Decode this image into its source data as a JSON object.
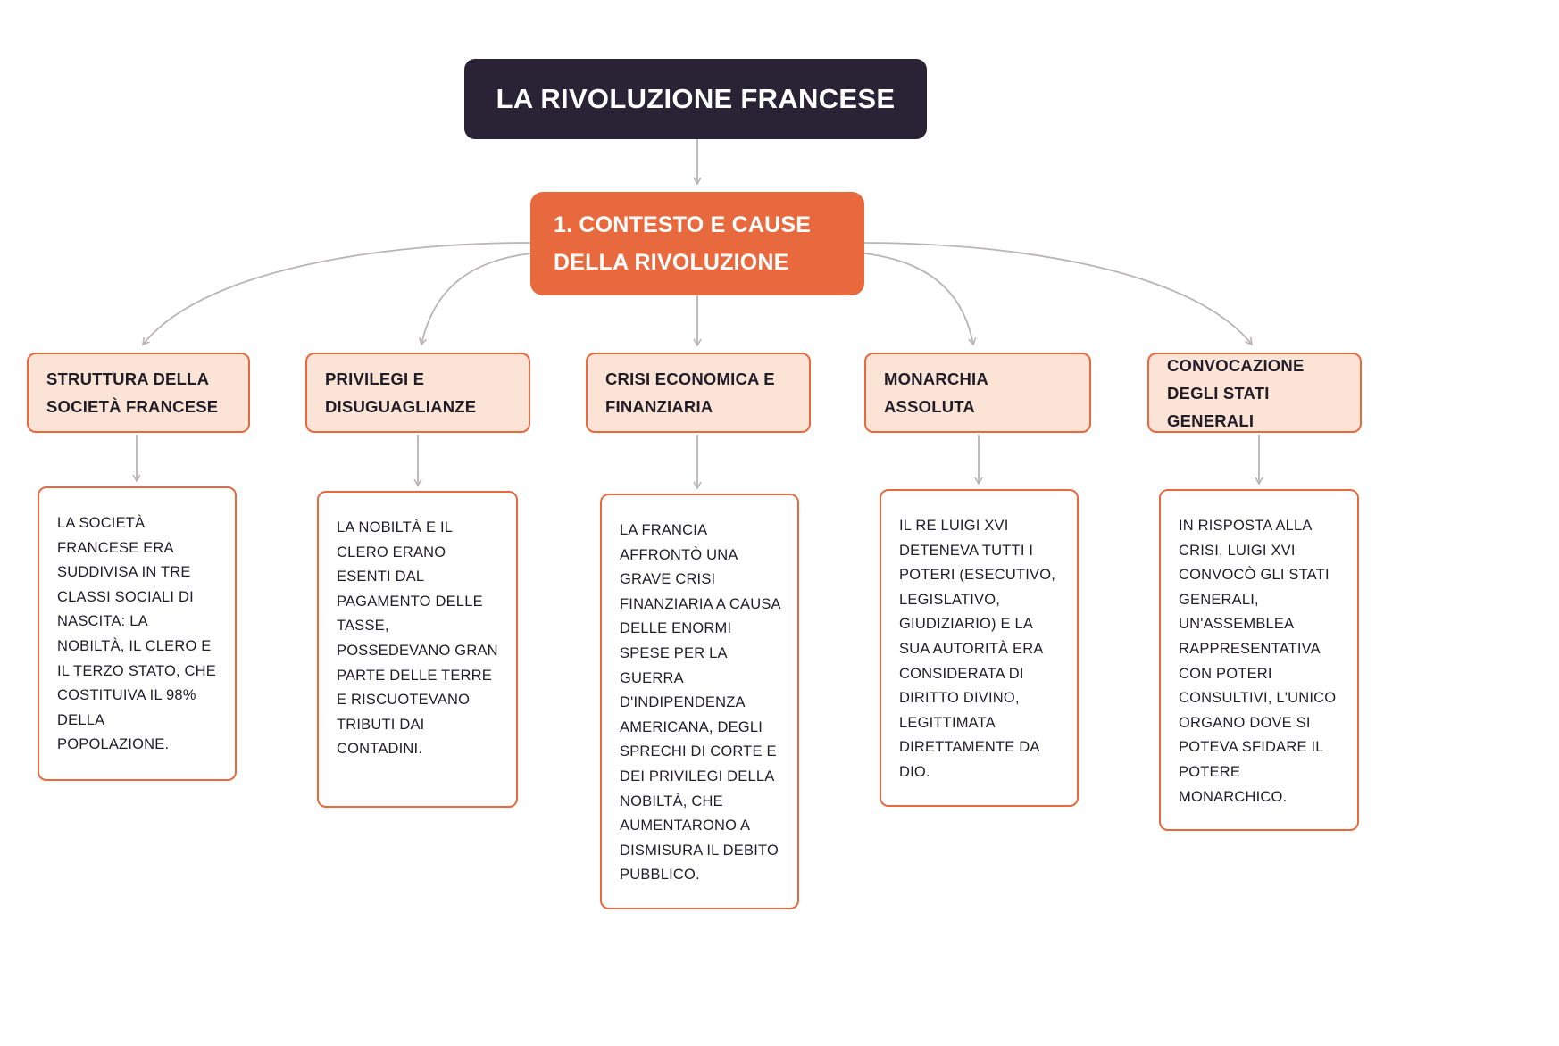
{
  "root": {
    "title": "LA RIVOLUZIONE FRANCESE"
  },
  "main_topic": {
    "label": "1. CONTESTO E CAUSE DELLA RIVOLUZIONE"
  },
  "branches": [
    {
      "header": "STRUTTURA DELLA SOCIETÀ FRANCESE",
      "body": "LA SOCIETÀ FRANCESE ERA SUDDIVISA IN TRE CLASSI SOCIALI DI NASCITA: LA NOBILTÀ, IL CLERO E IL TERZO STATO, CHE COSTITUIVA IL 98% DELLA POPOLAZIONE."
    },
    {
      "header": "PRIVILEGI E DISUGUAGLIANZE",
      "body": "LA NOBILTÀ E IL CLERO ERANO ESENTI DAL PAGAMENTO DELLE TASSE, POSSEDEVANO GRAN PARTE DELLE TERRE E RISCUOTEVANO TRIBUTI DAI CONTADINI."
    },
    {
      "header": "CRISI ECONOMICA E FINANZIARIA",
      "body": "LA FRANCIA AFFRONTÒ UNA GRAVE CRISI FINANZIARIA A CAUSA DELLE ENORMI SPESE PER LA GUERRA D'INDIPENDENZA AMERICANA, DEGLI SPRECHI DI CORTE E DEI PRIVILEGI DELLA NOBILTÀ, CHE AUMENTARONO A DISMISURA IL DEBITO PUBBLICO."
    },
    {
      "header": "MONARCHIA ASSOLUTA",
      "body": "IL RE LUIGI XVI DETENEVA TUTTI I POTERI (ESECUTIVO, LEGISLATIVO, GIUDIZIARIO) E LA SUA AUTORITÀ ERA CONSIDERATA DI DIRITTO DIVINO, LEGITTIMATA DIRETTAMENTE DA DIO."
    },
    {
      "header": "CONVOCAZIONE DEGLI STATI GENERALI",
      "body": "IN RISPOSTA ALLA CRISI, LUIGI XVI CONVOCÒ GLI STATI GENERALI, UN'ASSEMBLEA RAPPRESENTATIVA CON POTERI CONSULTIVI, L'UNICO ORGANO DOVE SI POTEVA SFIDARE IL POTERE MONARCHICO."
    }
  ],
  "colors": {
    "accent_orange": "#E8693D",
    "dark_node_bg": "#2A2235",
    "peach_fill": "#FBE3D6",
    "connector_gray": "#B9B4B6",
    "text_dark": "#211D28"
  }
}
